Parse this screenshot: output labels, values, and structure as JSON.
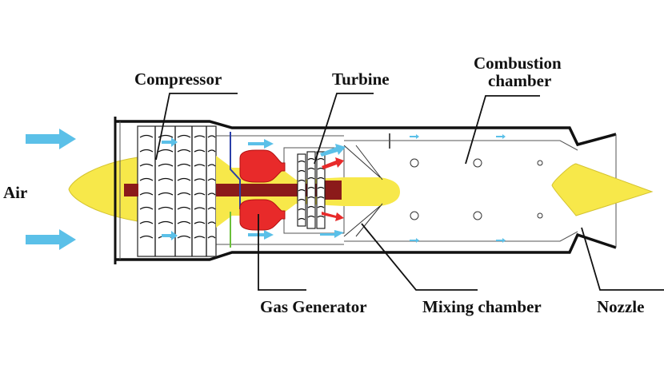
{
  "diagram": {
    "title": "Turbine-based engine schematic",
    "labels": {
      "air": "Air",
      "compressor": "Compressor",
      "turbine": "Turbine",
      "combustion_chamber_line1": "Combustion",
      "combustion_chamber_line2": "chamber",
      "gas_generator": "Gas Generator",
      "mixing_chamber": "Mixing chamber",
      "nozzle": "Nozzle"
    },
    "colors": {
      "air_flow": "#5bc0e8",
      "hot_flow": "#e8242a",
      "cone": "#f7e84a",
      "shaft": "#8b1a1a",
      "combustor": "#e82a2a",
      "blue_line": "#2a3fa8",
      "green_line": "#6abf3a"
    }
  }
}
